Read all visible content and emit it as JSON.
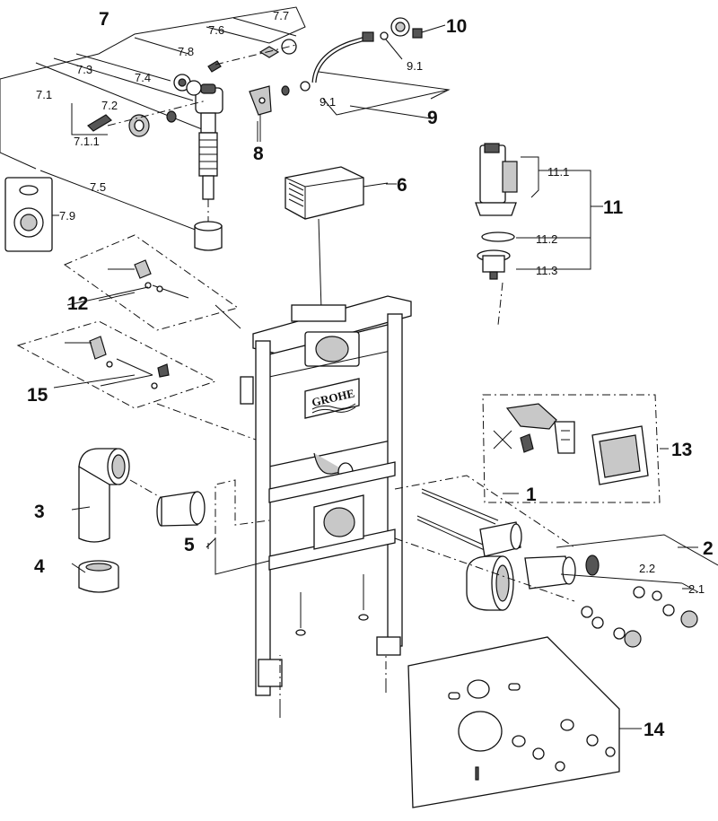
{
  "diagram": {
    "brand_logo": "GROHE",
    "labels": {
      "l1": "1",
      "l2": "2",
      "l2_1": "2.1",
      "l2_2": "2.2",
      "l3": "3",
      "l4": "4",
      "l5": "5",
      "l6": "6",
      "l7": "7",
      "l7_1": "7.1",
      "l7_1_1": "7.1.1",
      "l7_2": "7.2",
      "l7_3": "7.3",
      "l7_4": "7.4",
      "l7_5": "7.5",
      "l7_6": "7.6",
      "l7_7": "7.7",
      "l7_8": "7.8",
      "l7_9": "7.9",
      "l8": "8",
      "l9": "9",
      "l9_1a": "9.1",
      "l9_1b": "9.1",
      "l10": "10",
      "l11": "11",
      "l11_1": "11.1",
      "l11_2": "11.2",
      "l11_3": "11.3",
      "l12": "12",
      "l13": "13",
      "l14": "14",
      "l15": "15"
    }
  }
}
